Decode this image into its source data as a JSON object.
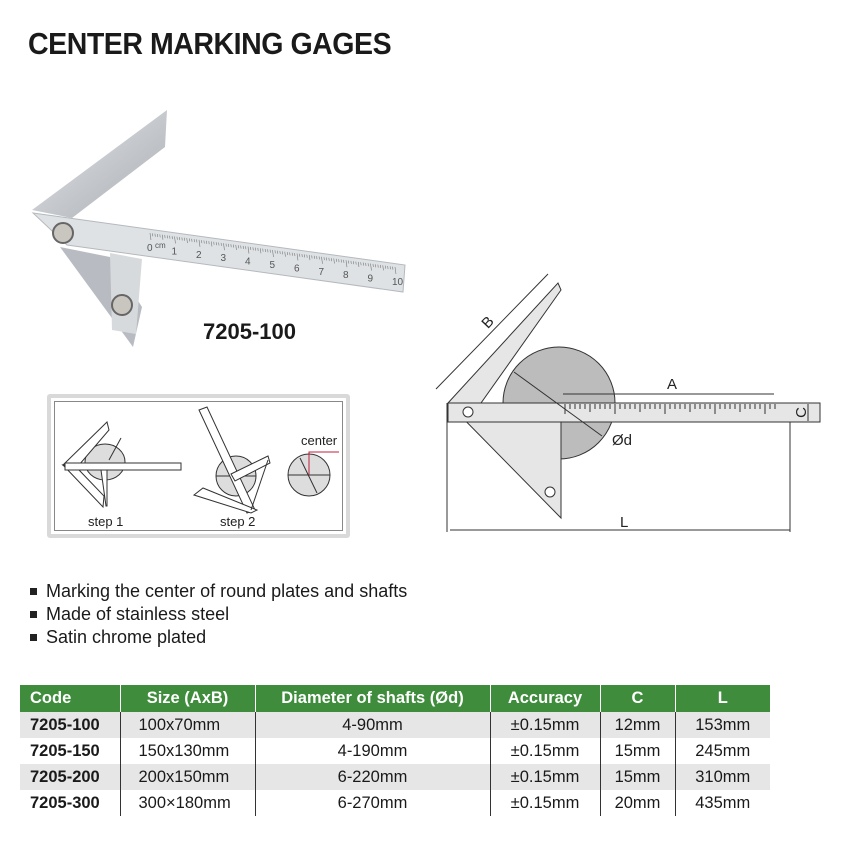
{
  "title": "CENTER MARKING GAGES",
  "photo": {
    "model": "7205-100",
    "ruler_unit": "cm",
    "ruler_numbers": [
      "0",
      "1",
      "2",
      "3",
      "4",
      "5",
      "6",
      "7",
      "8",
      "9",
      "10"
    ]
  },
  "steps": {
    "step1": "step 1",
    "step2": "step 2",
    "center": "center"
  },
  "dimension_diagram": {
    "A": "A",
    "B": "B",
    "C": "C",
    "d": "Ød",
    "L": "L"
  },
  "features": [
    "Marking the center of round plates and shafts",
    "Made of stainless steel",
    "Satin chrome plated"
  ],
  "table": {
    "headers": [
      "Code",
      "Size (AxB)",
      "Diameter of shafts (Ød)",
      "Accuracy",
      "C",
      "L"
    ],
    "rows": [
      [
        "7205-100",
        "100x70mm",
        "4-90mm",
        "±0.15mm",
        "12mm",
        "153mm"
      ],
      [
        "7205-150",
        "150x130mm",
        "4-190mm",
        "±0.15mm",
        "15mm",
        "245mm"
      ],
      [
        "7205-200",
        "200x150mm",
        "6-220mm",
        "±0.15mm",
        "15mm",
        "310mm"
      ],
      [
        "7205-300",
        "300×180mm",
        "6-270mm",
        "±0.15mm",
        "20mm",
        "435mm"
      ]
    ],
    "header_color": "#3f8c3c"
  }
}
